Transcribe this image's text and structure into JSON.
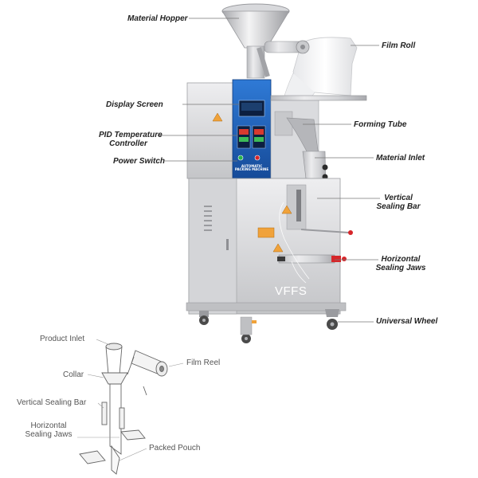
{
  "labels": {
    "material_hopper": "Material Hopper",
    "film_roll": "Film Roll",
    "display_screen": "Display Screen",
    "forming_tube": "Forming Tube",
    "pid_line1": "PID Temperature",
    "pid_line2": "Controller",
    "material_inlet": "Material Inlet",
    "power_switch": "Power Switch",
    "vertical_sealing_bar_line1": "Vertical",
    "vertical_sealing_bar_line2": "Sealing Bar",
    "horizontal_sealing_jaws_line1": "Horizontal",
    "horizontal_sealing_jaws_line2": "Sealing Jaws",
    "universal_wheel": "Universal Wheel",
    "vffs": "VFFS",
    "panel_line1": "AUTOMATIC",
    "panel_line2": "PACKING MACHINE"
  },
  "schematic_labels": {
    "product_inlet": "Product Inlet",
    "film_reel": "Film Reel",
    "collar": "Collar",
    "vertical_sealing_bar": "Vertical Sealing Bar",
    "horizontal_line1": "Horizontal",
    "horizontal_line2": "Sealing Jaws",
    "packed_pouch": "Packed Pouch"
  },
  "colors": {
    "steel_light": "#e4e4e6",
    "steel_mid": "#c3c4c7",
    "steel_dark": "#9a9b9f",
    "panel_blue": "#1f5fb8",
    "leader": "#777777",
    "warning": "#f0a23a",
    "red_knob": "#d6262a"
  }
}
